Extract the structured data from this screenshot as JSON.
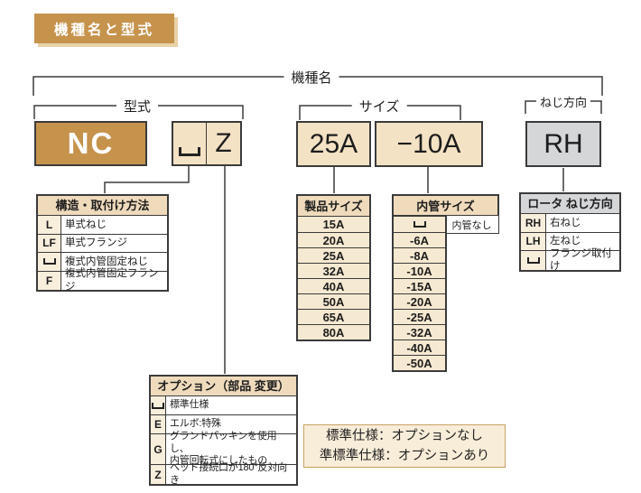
{
  "title": "機種名と型式",
  "brackets": {
    "model_name": "機種名",
    "type": "型式",
    "size": "サイズ",
    "thread": "ねじ方向"
  },
  "code_boxes": {
    "model": "NC",
    "option_code": "Z",
    "product_size": "25A",
    "inner_size": "−10A",
    "thread_direction": "RH"
  },
  "tables": {
    "structure": {
      "title": "構造・取付け方法",
      "rows": [
        {
          "code": "L",
          "desc": "単式ねじ"
        },
        {
          "code": "LF",
          "desc": "単式フランジ"
        },
        {
          "code": "",
          "desc": "複式内管固定ねじ"
        },
        {
          "code": "F",
          "desc": "複式内管固定フランジ"
        }
      ]
    },
    "product_size": {
      "title": "製品サイズ",
      "rows": [
        "15A",
        "20A",
        "25A",
        "32A",
        "40A",
        "50A",
        "65A",
        "80A"
      ]
    },
    "inner_size": {
      "title": "内管サイズ",
      "blank_row_desc": "内管なし",
      "rows": [
        "-6A",
        "-8A",
        "-10A",
        "-15A",
        "-20A",
        "-25A",
        "-32A",
        "-40A",
        "-50A"
      ]
    },
    "rotor_thread": {
      "title": "ロータ ねじ方向",
      "rows": [
        {
          "code": "RH",
          "desc": "右ねじ"
        },
        {
          "code": "LH",
          "desc": "左ねじ"
        },
        {
          "code": "",
          "desc": "フランジ取付け"
        }
      ]
    },
    "options": {
      "title": "オプション（部品 変更）",
      "rows": [
        {
          "code": "",
          "desc": "標準仕様"
        },
        {
          "code": "E",
          "desc": "エルボ:特殊"
        },
        {
          "code": "G",
          "desc": "グランドパッキンを使用し、\n内管回転式にしたもの"
        },
        {
          "code": "Z",
          "desc": "ヘッド接続口が180°反対向き"
        }
      ]
    }
  },
  "note": {
    "line1": "標準仕様：オプションなし",
    "line2": "準標準仕様：オプションあり"
  },
  "colors": {
    "gold": "#C6934D",
    "beige_box": "#F4E2C4",
    "table_header_beige": "#EFDBBC",
    "code_cell_cream": "#F7EEDC",
    "size_cell_beige": "#F6E9D1",
    "gray": "#D4D6D8",
    "note_background": "#F8EDD8",
    "note_border": "#C9A265",
    "line": "#3B3B3B"
  }
}
